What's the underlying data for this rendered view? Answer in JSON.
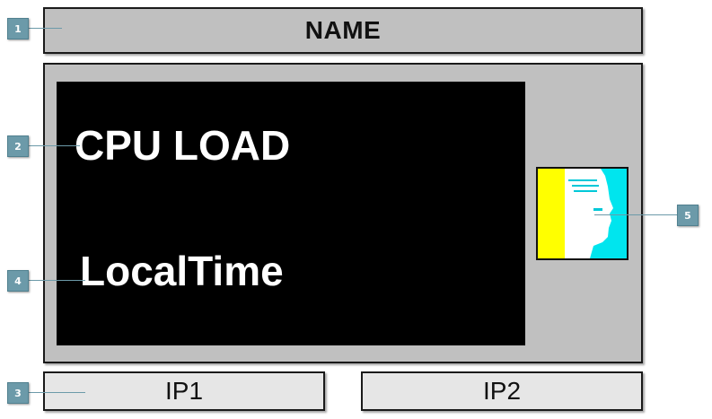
{
  "header": {
    "name_label": "NAME"
  },
  "screen": {
    "cpu_load_label": "CPU LOAD",
    "local_time_label": "LocalTime"
  },
  "footer": {
    "ip1_label": "IP1",
    "ip2_label": "IP2"
  },
  "callouts": [
    "1",
    "2",
    "3",
    "4",
    "5"
  ],
  "colors": {
    "panel": "#c0c0c0",
    "screen": "#000000",
    "ip_box": "#e6e6e6",
    "callout": "#6c9aa9",
    "thumb_yellow": "#ffff00",
    "thumb_cyan": "#00e5ee"
  },
  "icons": {
    "thumbnail": "display-thumbnail-icon"
  }
}
